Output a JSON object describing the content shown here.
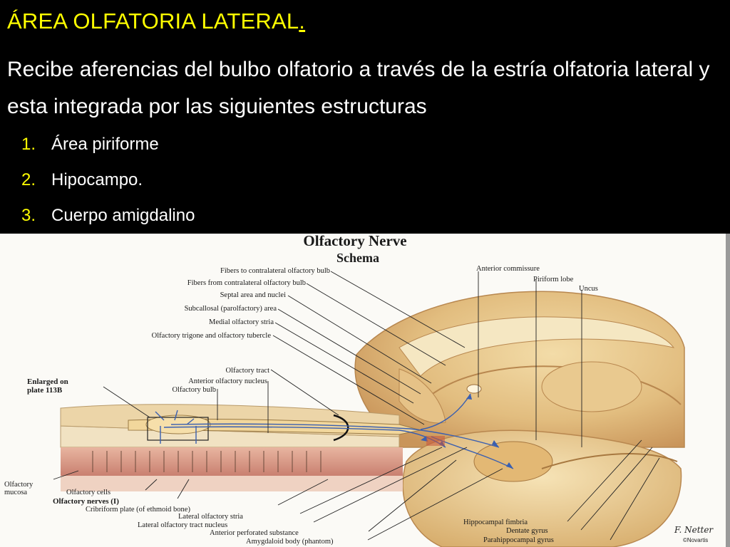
{
  "slide": {
    "title": "ÁREA OLFATORIA LATERAL",
    "title_dot": ".",
    "paragraph": "Recibe aferencias del bulbo olfatorio a través de la estría olfatoria lateral y esta integrada por las siguientes estructuras",
    "items": [
      {
        "num": "1.",
        "text": "Área piriforme"
      },
      {
        "num": "2.",
        "text": "Hipocampo."
      },
      {
        "num": "3.",
        "text": "Cuerpo amigdalino"
      }
    ]
  },
  "figure": {
    "title": "Olfactory Nerve",
    "subtitle": "Schema",
    "labels": {
      "fibers_to": "Fibers to contralateral olfactory bulb",
      "fibers_from": "Fibers from contralateral olfactory bulb",
      "septal": "Septal area and nuclei",
      "subcallosal": "Subcallosal (parolfactory) area",
      "medial_stria": "Medial olfactory stria",
      "trigone": "Olfactory trigone and olfactory tubercle",
      "enlarged_1": "Enlarged on",
      "enlarged_2": "plate 113B",
      "tract": "Olfactory tract",
      "anterior_nucleus": "Anterior olfactory nucleus",
      "bulb": "Olfactory bulb",
      "mucosa_1": "Olfactory",
      "mucosa_2": "mucosa",
      "cells": "Olfactory cells",
      "nerves": "Olfactory nerves (I)",
      "cribriform": "Cribriform plate (of ethmoid bone)",
      "lateral_stria": "Lateral olfactory stria",
      "lateral_tract_nucleus": "Lateral olfactory tract nucleus",
      "anterior_perforated": "Anterior perforated substance",
      "amygdaloid": "Amygdaloid body (phantom)",
      "anterior_commissure": "Anterior commissure",
      "piriform": "Piriform lobe",
      "uncus": "Uncus",
      "fimbria": "Hippocampal fimbria",
      "dentate": "Dentate gyrus",
      "parahippocampal": "Parahippocampal gyrus",
      "signature": "F. Netter",
      "copyright": "©Novartis"
    }
  },
  "colors": {
    "title_yellow": "#ffff00",
    "text_white": "#ffffff",
    "background": "#000000",
    "brain_tan": "#e8c48a",
    "nerve_blue": "#3a5fb0"
  }
}
